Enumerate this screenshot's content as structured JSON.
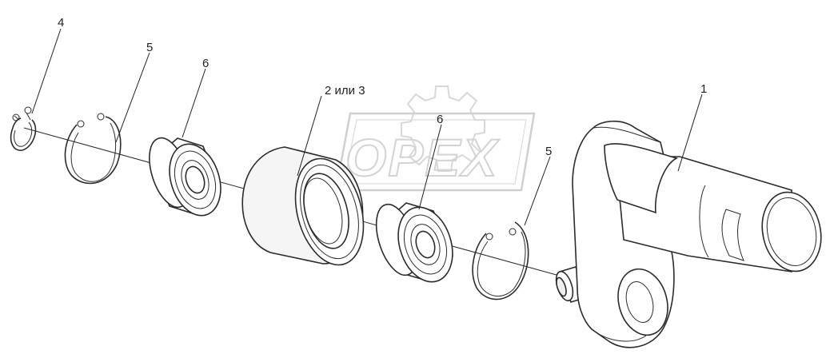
{
  "watermark": {
    "text": "OPEX"
  },
  "labels": {
    "l1": "1",
    "l2": "2 или 3",
    "l4": "4",
    "l5a": "5",
    "l5b": "5",
    "l6a": "6",
    "l6b": "6"
  },
  "colors": {
    "line": "#2b2b2b",
    "shade": "#f2f2f2",
    "watermark": "#d3d3d3"
  }
}
